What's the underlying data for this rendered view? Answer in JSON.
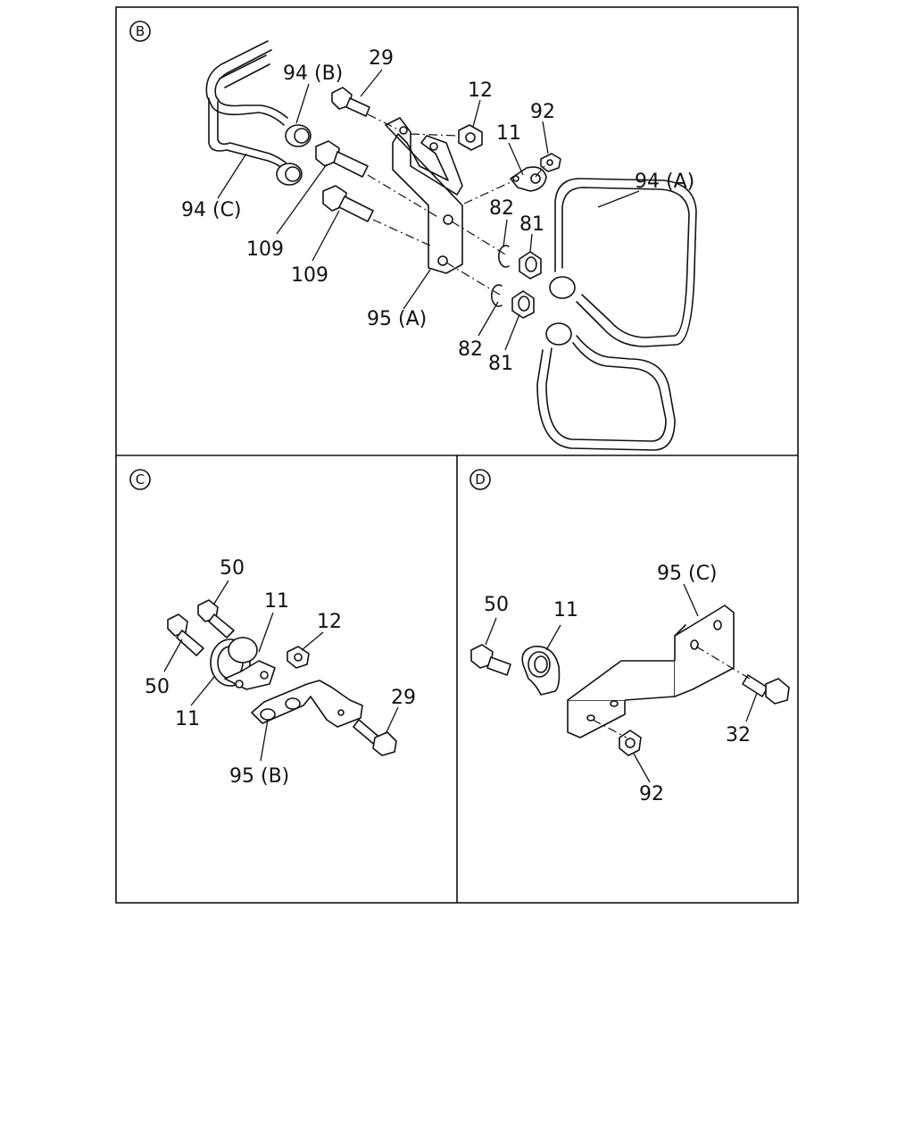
{
  "sections": {
    "b": {
      "marker": "B",
      "labels": {
        "p94b": "94 (B)",
        "p29": "29",
        "p12": "12",
        "p92": "92",
        "p11": "11",
        "p94a": "94 (A)",
        "p94c": "94 (C)",
        "p82a": "82",
        "p81a": "81",
        "p109a": "109",
        "p109b": "109",
        "p95a": "95 (A)",
        "p82b": "82",
        "p81b": "81"
      }
    },
    "c": {
      "marker": "C",
      "labels": {
        "p50a": "50",
        "p11a": "11",
        "p12": "12",
        "p50b": "50",
        "p29": "29",
        "p11b": "11",
        "p95b": "95 (B)"
      }
    },
    "d": {
      "marker": "D",
      "labels": {
        "p95c": "95 (C)",
        "p50": "50",
        "p11": "11",
        "p32": "32",
        "p92": "92"
      }
    }
  }
}
